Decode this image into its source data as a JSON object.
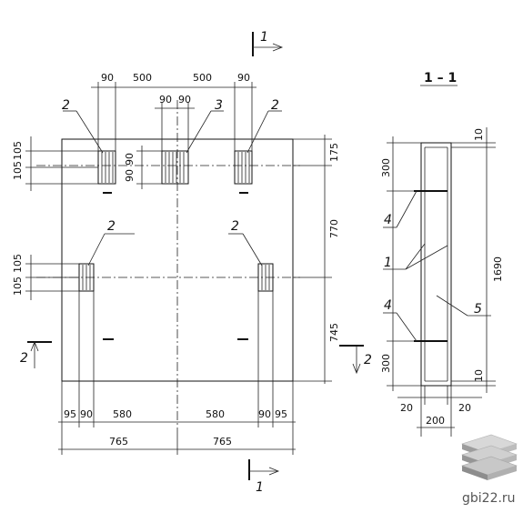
{
  "plan": {
    "dims_top": {
      "d90_left": "90",
      "d500_left": "500",
      "d500_right": "500",
      "d90_right": "90",
      "d90a": "90",
      "d90b": "90"
    },
    "dims_left": {
      "d105a": "105",
      "d105b": "105",
      "d90v": "90",
      "d90v2": "90",
      "d105c": "105",
      "d105d": "105"
    },
    "dims_right": {
      "d175": "175",
      "d770": "770",
      "d745": "745"
    },
    "dims_bottom": {
      "d95l": "95",
      "d90l": "90",
      "d580l": "580",
      "d580r": "580",
      "d90r": "90",
      "d95r": "95",
      "d765l": "765",
      "d765r": "765"
    },
    "labels": {
      "l2a": "2",
      "l3": "3",
      "l2b": "2",
      "l2c": "2",
      "l2d": "2"
    },
    "section_marks": {
      "top": "1",
      "bottom": "1",
      "left": "2",
      "right": "2"
    }
  },
  "section": {
    "title": "1 – 1",
    "dims": {
      "d10t": "10",
      "d300t": "300",
      "d1690": "1690",
      "d300b": "300",
      "d10b": "10",
      "d20l": "20",
      "d20r": "20",
      "d200": "200"
    },
    "labels": {
      "l4a": "4",
      "l1": "1",
      "l5": "5",
      "l4b": "4"
    }
  },
  "watermark": {
    "text": "gbi22.ru"
  }
}
